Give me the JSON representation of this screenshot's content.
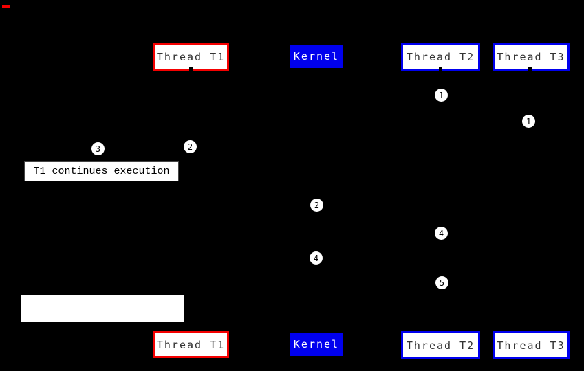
{
  "colors": {
    "background": "#000000",
    "red_border": "#f40000",
    "blue": "#0000ee",
    "box_fill": "#ffffff",
    "box_text": "#333333",
    "kernel_text": "#ffffff",
    "marker_fill": "#ffffff",
    "marker_text": "#000000",
    "note_border": "#444444",
    "note_text": "#000000"
  },
  "boxes": {
    "top": [
      {
        "label": "Thread T1"
      },
      {
        "label": "Kernel"
      },
      {
        "label": "Thread T2"
      },
      {
        "label": "Thread T3"
      }
    ],
    "bottom": [
      {
        "label": "Thread T1"
      },
      {
        "label": "Kernel"
      },
      {
        "label": "Thread T2"
      },
      {
        "label": "Thread T3"
      }
    ]
  },
  "markers": [
    {
      "value": "1"
    },
    {
      "value": "1"
    },
    {
      "value": "2"
    },
    {
      "value": "3"
    },
    {
      "value": "2"
    },
    {
      "value": "4"
    },
    {
      "value": "4"
    },
    {
      "value": "5"
    }
  ],
  "annotations": {
    "t1_continues": "T1 continues execution",
    "blank_callout": ""
  }
}
